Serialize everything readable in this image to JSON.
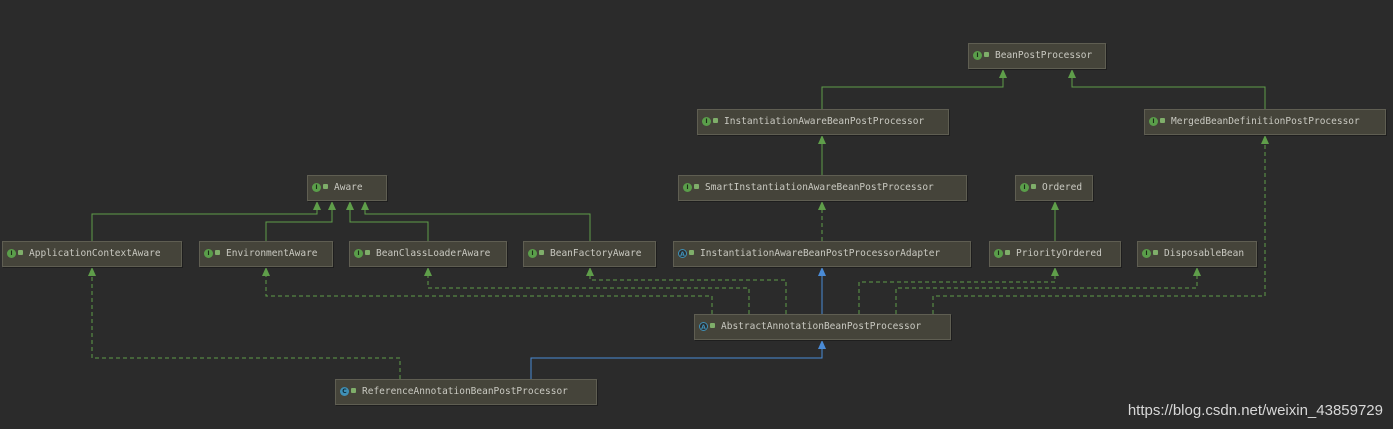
{
  "diagram": {
    "nodes": [
      {
        "id": "BeanPostProcessor",
        "label": "BeanPostProcessor",
        "kind": "interface"
      },
      {
        "id": "InstantiationAwareBeanPostProcessor",
        "label": "InstantiationAwareBeanPostProcessor",
        "kind": "interface"
      },
      {
        "id": "MergedBeanDefinitionPostProcessor",
        "label": "MergedBeanDefinitionPostProcessor",
        "kind": "interface"
      },
      {
        "id": "SmartInstantiationAwareBeanPostProcessor",
        "label": "SmartInstantiationAwareBeanPostProcessor",
        "kind": "interface"
      },
      {
        "id": "Ordered",
        "label": "Ordered",
        "kind": "interface"
      },
      {
        "id": "Aware",
        "label": "Aware",
        "kind": "interface"
      },
      {
        "id": "ApplicationContextAware",
        "label": "ApplicationContextAware",
        "kind": "interface"
      },
      {
        "id": "EnvironmentAware",
        "label": "EnvironmentAware",
        "kind": "interface"
      },
      {
        "id": "BeanClassLoaderAware",
        "label": "BeanClassLoaderAware",
        "kind": "interface"
      },
      {
        "id": "BeanFactoryAware",
        "label": "BeanFactoryAware",
        "kind": "interface"
      },
      {
        "id": "InstantiationAwareBeanPostProcessorAdapter",
        "label": "InstantiationAwareBeanPostProcessorAdapter",
        "kind": "abstract"
      },
      {
        "id": "PriorityOrdered",
        "label": "PriorityOrdered",
        "kind": "interface"
      },
      {
        "id": "DisposableBean",
        "label": "DisposableBean",
        "kind": "interface"
      },
      {
        "id": "AbstractAnnotationBeanPostProcessor",
        "label": "AbstractAnnotationBeanPostProcessor",
        "kind": "abstract"
      },
      {
        "id": "ReferenceAnnotationBeanPostProcessor",
        "label": "ReferenceAnnotationBeanPostProcessor",
        "kind": "class"
      }
    ],
    "edges": [
      {
        "from": "InstantiationAwareBeanPostProcessor",
        "to": "BeanPostProcessor",
        "type": "extends"
      },
      {
        "from": "MergedBeanDefinitionPostProcessor",
        "to": "BeanPostProcessor",
        "type": "extends"
      },
      {
        "from": "SmartInstantiationAwareBeanPostProcessor",
        "to": "InstantiationAwareBeanPostProcessor",
        "type": "extends"
      },
      {
        "from": "InstantiationAwareBeanPostProcessorAdapter",
        "to": "SmartInstantiationAwareBeanPostProcessor",
        "type": "implements"
      },
      {
        "from": "ApplicationContextAware",
        "to": "Aware",
        "type": "extends"
      },
      {
        "from": "EnvironmentAware",
        "to": "Aware",
        "type": "extends"
      },
      {
        "from": "BeanClassLoaderAware",
        "to": "Aware",
        "type": "extends"
      },
      {
        "from": "BeanFactoryAware",
        "to": "Aware",
        "type": "extends"
      },
      {
        "from": "PriorityOrdered",
        "to": "Ordered",
        "type": "extends"
      },
      {
        "from": "AbstractAnnotationBeanPostProcessor",
        "to": "InstantiationAwareBeanPostProcessorAdapter",
        "type": "class-extends"
      },
      {
        "from": "AbstractAnnotationBeanPostProcessor",
        "to": "EnvironmentAware",
        "type": "implements"
      },
      {
        "from": "AbstractAnnotationBeanPostProcessor",
        "to": "BeanClassLoaderAware",
        "type": "implements"
      },
      {
        "from": "AbstractAnnotationBeanPostProcessor",
        "to": "BeanFactoryAware",
        "type": "implements"
      },
      {
        "from": "AbstractAnnotationBeanPostProcessor",
        "to": "PriorityOrdered",
        "type": "implements"
      },
      {
        "from": "AbstractAnnotationBeanPostProcessor",
        "to": "DisposableBean",
        "type": "implements"
      },
      {
        "from": "AbstractAnnotationBeanPostProcessor",
        "to": "MergedBeanDefinitionPostProcessor",
        "type": "implements"
      },
      {
        "from": "ReferenceAnnotationBeanPostProcessor",
        "to": "AbstractAnnotationBeanPostProcessor",
        "type": "class-extends"
      },
      {
        "from": "ReferenceAnnotationBeanPostProcessor",
        "to": "ApplicationContextAware",
        "type": "implements"
      }
    ]
  },
  "badges": {
    "interface": "I",
    "abstract": "A",
    "class": "C"
  },
  "colors": {
    "background": "#2b2b2b",
    "node_fill": "#45443a",
    "interface_edge": "#5f9e4a",
    "class_edge": "#4a8bd6",
    "text": "#c9c9c1"
  },
  "watermark": "https://blog.csdn.net/weixin_43859729"
}
